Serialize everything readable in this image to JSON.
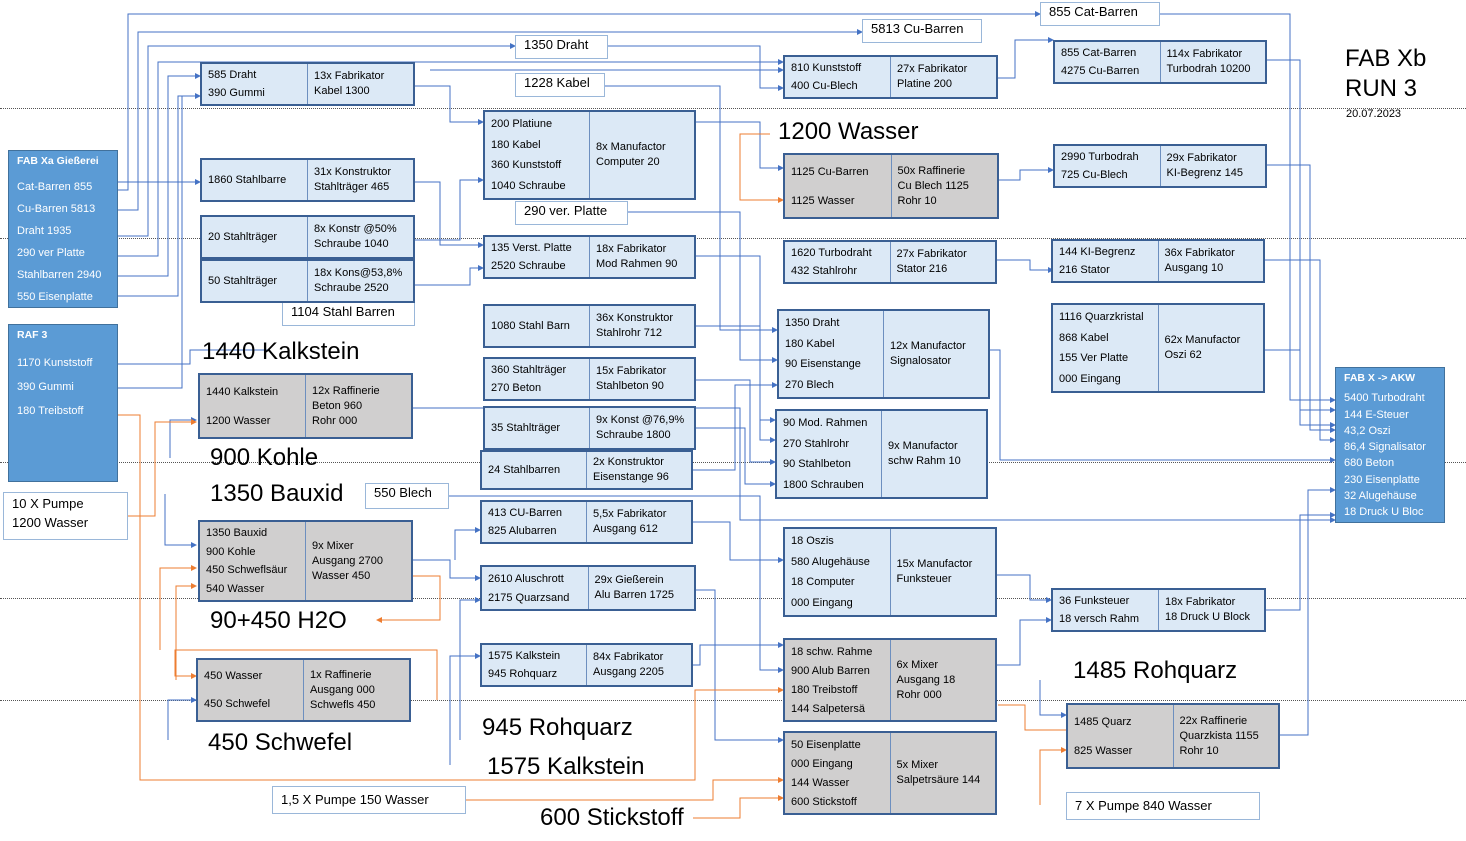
{
  "header": {
    "title": "FAB Xb",
    "run": "RUN 3",
    "date": "20.07.2023"
  },
  "sources": [
    {
      "title": "FAB Xa Gießerei",
      "items": [
        "Cat-Barren  855",
        "Cu-Barren 5813",
        "Draht 1935",
        "290 ver Platte",
        "Stahlbarren 2940",
        "550 Eisenplatte"
      ]
    },
    {
      "title": "RAF 3",
      "items": [
        "1170 Kunststoff",
        "390 Gummi",
        "180 Treibstoff"
      ]
    },
    {
      "title": "FAB X -> AKW",
      "items": [
        "5400 Turbodraht",
        "144 E-Steuer",
        "43,2 Oszi",
        "86,4 Signalisator",
        "680  Beton",
        "230 Eisenplatte",
        "32 Alugehäuse",
        "18 Druck U Bloc"
      ]
    }
  ],
  "labels": [
    "855 Cat-Barren",
    "5813 Cu-Barren",
    "1350 Draht",
    "1228 Kabel",
    "290 ver. Platte",
    "1104 Stahl Barren",
    "550 Blech",
    "10 X Pumpe",
    "1200 Wasser",
    "1,5 X Pumpe 150 Wasser",
    "7 X Pumpe 840 Wasser"
  ],
  "big_labels": [
    "1200 Wasser",
    "1440 Kalkstein",
    "900 Kohle",
    "1350 Bauxid",
    "90+450 H2O",
    "450 Schwefel",
    "945 Rohquarz",
    "1575 Kalkstein",
    "600 Stickstoff",
    "1485 Rohquarz"
  ],
  "machines": [
    {
      "inputs": [
        "585 Draht",
        "390 Gummi"
      ],
      "outputs": [
        "13x Fabrikator",
        "Kabel 1300"
      ]
    },
    {
      "inputs": [
        "1860 Stahlbarre"
      ],
      "outputs": [
        "31x Konstruktor",
        "Stahlträger 465"
      ]
    },
    {
      "inputs": [
        "20 Stahlträger"
      ],
      "outputs": [
        "8x Konstr @50%",
        "Schraube 1040"
      ]
    },
    {
      "inputs": [
        "50 Stahlträger"
      ],
      "outputs": [
        "18x Kons@53,8%",
        "Schraube 2520"
      ]
    },
    {
      "inputs": [
        "1440 Kalkstein",
        "1200 Wasser"
      ],
      "outputs": [
        "12x Raffinerie",
        "Beton 960",
        "Rohr 000"
      ]
    },
    {
      "inputs": [
        "1350 Bauxid",
        "900 Kohle",
        "450 Schweflsäur",
        "540 Wasser"
      ],
      "outputs": [
        "9x Mixer",
        "Ausgang 2700",
        "Wasser 450"
      ]
    },
    {
      "inputs": [
        "450 Wasser",
        "450 Schwefel"
      ],
      "outputs": [
        "1x Raffinerie",
        "Ausgang 000",
        "Schwefls 450"
      ]
    },
    {
      "inputs": [
        "200 Platiune",
        "180 Kabel",
        "360 Kunststoff",
        "1040 Schraube"
      ],
      "outputs": [
        "8x Manufactor",
        "Computer  20"
      ]
    },
    {
      "inputs": [
        "135 Verst. Platte",
        "2520 Schraube"
      ],
      "outputs": [
        "18x Fabrikator",
        "Mod Rahmen 90"
      ]
    },
    {
      "inputs": [
        "1080 Stahl Barn"
      ],
      "outputs": [
        "36x Konstruktor",
        "Stahlrohr 712"
      ]
    },
    {
      "inputs": [
        "360 Stahlträger",
        "270 Beton"
      ],
      "outputs": [
        "15x Fabrikator",
        "Stahlbeton 90"
      ]
    },
    {
      "inputs": [
        "35 Stahlträger"
      ],
      "outputs": [
        "9x Konst @76,9%",
        "Schraube 1800"
      ]
    },
    {
      "inputs": [
        "24 Stahlbarren"
      ],
      "outputs": [
        "2x Konstruktor",
        "Eisenstange 96"
      ]
    },
    {
      "inputs": [
        "413 CU-Barren",
        "825 Alubarren"
      ],
      "outputs": [
        "5,5x Fabrikator",
        "Ausgang 612"
      ]
    },
    {
      "inputs": [
        "2610 Aluschrott",
        "2175 Quarzsand"
      ],
      "outputs": [
        "29x Gießerein",
        "Alu Barren 1725"
      ]
    },
    {
      "inputs": [
        "1575 Kalkstein",
        "945 Rohquarz"
      ],
      "outputs": [
        "84x Fabrikator",
        "Ausgang 2205"
      ]
    },
    {
      "inputs": [
        "810 Kunststoff",
        "400 Cu-Blech"
      ],
      "outputs": [
        "27x Fabrikator",
        "Platine 200"
      ]
    },
    {
      "inputs": [
        "1125 Cu-Barren",
        "1125 Wasser"
      ],
      "outputs": [
        "50x Raffinerie",
        "Cu Blech 1125",
        "Rohr 10"
      ]
    },
    {
      "inputs": [
        "1620 Turbodraht",
        "432 Stahlrohr"
      ],
      "outputs": [
        "27x Fabrikator",
        "Stator 216"
      ]
    },
    {
      "inputs": [
        "1350 Draht",
        "180 Kabel",
        "90 Eisenstange",
        "270 Blech"
      ],
      "outputs": [
        "12x Manufactor",
        "Signalosator"
      ]
    },
    {
      "inputs": [
        "90 Mod. Rahmen",
        "270 Stahlrohr",
        "90 Stahlbeton",
        "1800 Schrauben"
      ],
      "outputs": [
        "9x Manufactor",
        "schw Rahm 10"
      ]
    },
    {
      "inputs": [
        "18 Oszis",
        "580 Alugehäuse",
        "18 Computer",
        "000 Eingang"
      ],
      "outputs": [
        "15x Manufactor",
        "Funksteuer"
      ]
    },
    {
      "inputs": [
        "18  schw. Rahme",
        "900 Alub Barren",
        "180 Treibstoff",
        "144 Salpetersä"
      ],
      "outputs": [
        "6x Mixer",
        "Ausgang 18",
        "Rohr 000"
      ]
    },
    {
      "inputs": [
        "50 Eisenplatte",
        "000 Eingang",
        "144 Wasser",
        "600 Stickstoff"
      ],
      "outputs": [
        "5x Mixer",
        "Salpetrsäure 144"
      ]
    },
    {
      "inputs": [
        "855 Cat-Barren",
        "4275 Cu-Barren"
      ],
      "outputs": [
        "114x Fabrikator",
        "Turbodrah 10200"
      ]
    },
    {
      "inputs": [
        "2990 Turbodrah",
        "725 Cu-Blech"
      ],
      "outputs": [
        "29x Fabrikator",
        "KI-Begrenz 145"
      ]
    },
    {
      "inputs": [
        "144 KI-Begrenz",
        "216 Stator"
      ],
      "outputs": [
        "36x Fabrikator",
        "Ausgang 10"
      ]
    },
    {
      "inputs": [
        "1116 Quarzkristal",
        "868 Kabel",
        "155 Ver Platte",
        "000 Eingang"
      ],
      "outputs": [
        "62x Manufactor",
        "Oszi 62"
      ]
    },
    {
      "inputs": [
        "36 Funksteuer",
        "18 versch Rahm"
      ],
      "outputs": [
        "18x Fabrikator",
        "18 Druck U Block"
      ]
    },
    {
      "inputs": [
        "1485 Quarz",
        "825 Wasser"
      ],
      "outputs": [
        "22x Raffinerie",
        "Quarzkista 1155",
        "Rohr 10"
      ]
    }
  ],
  "colors": {
    "node_fill": "#dce9f6",
    "node_border": "#3a5f93",
    "gray_fill": "#d0cfcf",
    "source_fill": "#5b9bd5",
    "wire_blue": "#4472c4",
    "wire_orange": "#ed7d31"
  }
}
